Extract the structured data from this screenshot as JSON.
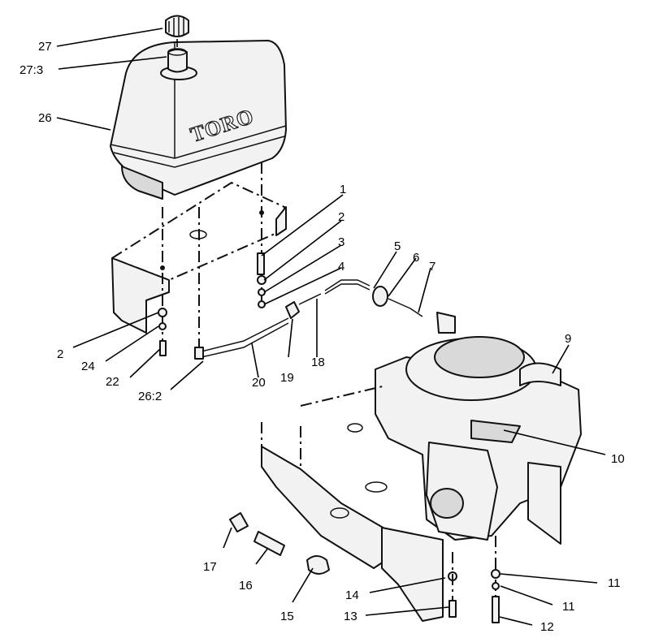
{
  "brand_text": "TORO",
  "callouts": [
    {
      "id": "27-top",
      "label": "27"
    },
    {
      "id": "27-3",
      "label": "27:3"
    },
    {
      "id": "26",
      "label": "26"
    },
    {
      "id": "1",
      "label": "1"
    },
    {
      "id": "2-right",
      "label": "2"
    },
    {
      "id": "3",
      "label": "3"
    },
    {
      "id": "4",
      "label": "4"
    },
    {
      "id": "5",
      "label": "5"
    },
    {
      "id": "6",
      "label": "6"
    },
    {
      "id": "7",
      "label": "7"
    },
    {
      "id": "9",
      "label": "9"
    },
    {
      "id": "2-left",
      "label": "2"
    },
    {
      "id": "24",
      "label": "24"
    },
    {
      "id": "22",
      "label": "22"
    },
    {
      "id": "26-2",
      "label": "26:2"
    },
    {
      "id": "20",
      "label": "20"
    },
    {
      "id": "19",
      "label": "19"
    },
    {
      "id": "18",
      "label": "18"
    },
    {
      "id": "10",
      "label": "10"
    },
    {
      "id": "17",
      "label": "17"
    },
    {
      "id": "16",
      "label": "16"
    },
    {
      "id": "15",
      "label": "15"
    },
    {
      "id": "14",
      "label": "14"
    },
    {
      "id": "13",
      "label": "13"
    },
    {
      "id": "11-top",
      "label": "11"
    },
    {
      "id": "11-bottom",
      "label": "11"
    },
    {
      "id": "12",
      "label": "12"
    }
  ]
}
